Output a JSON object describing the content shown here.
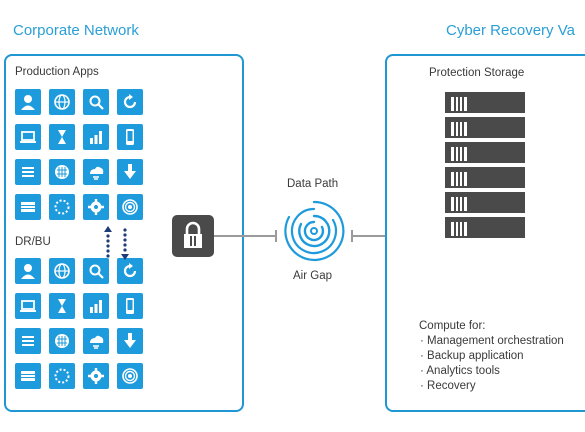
{
  "titles": {
    "left": "Corporate Network",
    "right": "Cyber Recovery Va"
  },
  "left_panel": {
    "production_label": "Production Apps",
    "drbu_label": "DR/BU",
    "tile_icons": [
      "user-icon",
      "globe-icon",
      "search-icon",
      "refresh-icon",
      "laptop-icon",
      "hourglass-icon",
      "bar-chart-icon",
      "phone-icon",
      "list-icon",
      "hash-icon",
      "cloud-icon",
      "download-icon",
      "storage-icon",
      "spinner-icon",
      "gear-icon",
      "target-icon"
    ]
  },
  "middle": {
    "data_path_label": "Data Path",
    "air_gap_label": "Air Gap"
  },
  "right_panel": {
    "storage_label": "Protection Storage",
    "compute_title": "Compute for:",
    "compute_items": [
      "· Management orchestration",
      "· Backup application",
      "· Analytics tools",
      "· Recovery"
    ]
  },
  "colors": {
    "accent": "#1e9bdc",
    "dark": "#4a4a4a",
    "border": "#1f97d4"
  }
}
